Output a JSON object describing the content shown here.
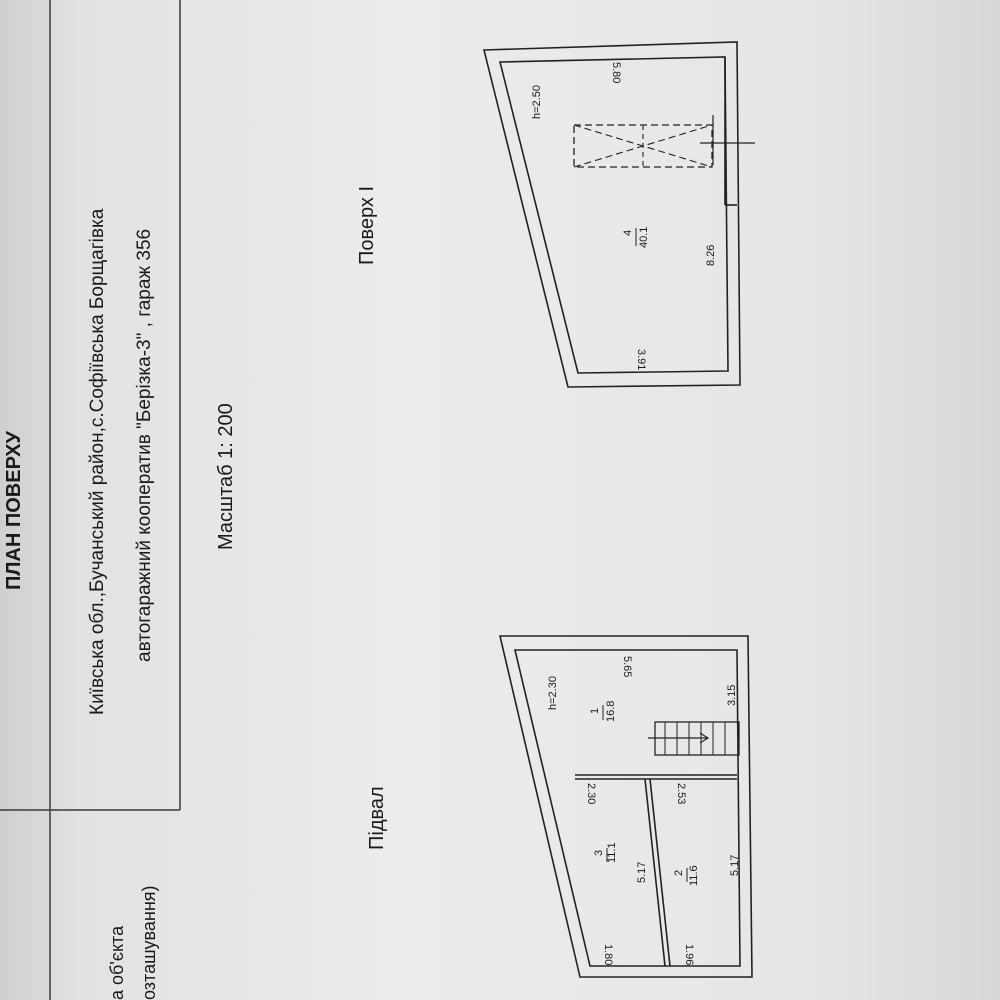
{
  "page": {
    "title": "ПЛАН ПОВЕРХУ",
    "object_label_line1": "а об'єкта",
    "object_label_line2": "озташування)",
    "address_line1": "Київська обл.,Бучанський район,с.Софіївська Борщагівка",
    "address_line2": "автогаражний кооператив \"Берізка-3\" , гараж 356",
    "scale": "Масштаб 1: 200"
  },
  "basement": {
    "title": "Підвал",
    "room1": {
      "number": "1",
      "area": "16.8"
    },
    "room2": {
      "number": "2",
      "area": "11.6"
    },
    "room3": {
      "number": "3",
      "area": "11.1"
    },
    "height": "h=2.30",
    "dim_565": "5.65",
    "dim_315": "3.15",
    "dim_230": "2.30",
    "dim_253": "2.53",
    "dim_517a": "5.17",
    "dim_517b": "5.17",
    "dim_180": "1.80",
    "dim_196": "1.96"
  },
  "floor1": {
    "title": "Поверх І",
    "room4": {
      "number": "4",
      "area": "40.1"
    },
    "height": "h=2.50",
    "dim_580": "5.80",
    "dim_826": "8.26",
    "dim_391": "3.91"
  }
}
